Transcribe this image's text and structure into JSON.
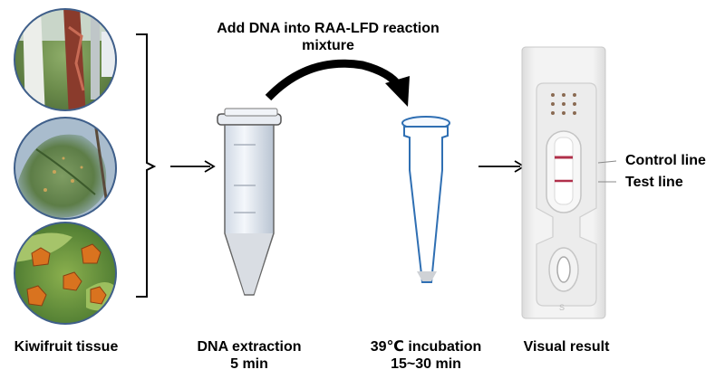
{
  "header": {
    "step_instruction_line1": "Add DNA into RAA-LFD reaction",
    "step_instruction_line2": "mixture"
  },
  "steps": [
    {
      "label": "Kiwifruit tissue",
      "sublabel": ""
    },
    {
      "label": "DNA extraction",
      "sublabel": "5 min"
    },
    {
      "label": "39℃ incubation",
      "sublabel": "15~30 min"
    },
    {
      "label": "Visual result",
      "sublabel": ""
    }
  ],
  "strip": {
    "control_line_label": "Control line",
    "test_line_label": "Test line",
    "sample_well_mark": "S",
    "line_color": "#b0304a"
  },
  "photos": [
    {
      "subject": "kiwifruit-trunk-photo"
    },
    {
      "subject": "kiwifruit-leaf-photo"
    },
    {
      "subject": "kiwifruit-flower-photo"
    }
  ],
  "colors": {
    "arrow": "#000000",
    "tube_liquid": "#d9dde3"
  }
}
